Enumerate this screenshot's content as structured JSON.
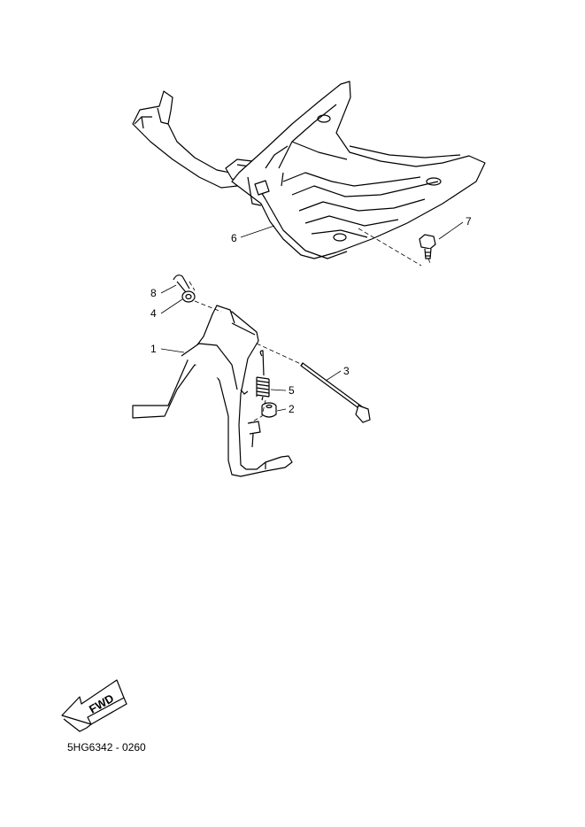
{
  "parts": [
    {
      "number": "1"
    },
    {
      "number": "2"
    },
    {
      "number": "3"
    },
    {
      "number": "4"
    },
    {
      "number": "5"
    },
    {
      "number": "6"
    },
    {
      "number": "7"
    },
    {
      "number": "8"
    }
  ],
  "direction_arrow": {
    "label": "FWD",
    "icon": "forward-arrow-icon"
  },
  "document_code": "5HG6342 - 0260"
}
